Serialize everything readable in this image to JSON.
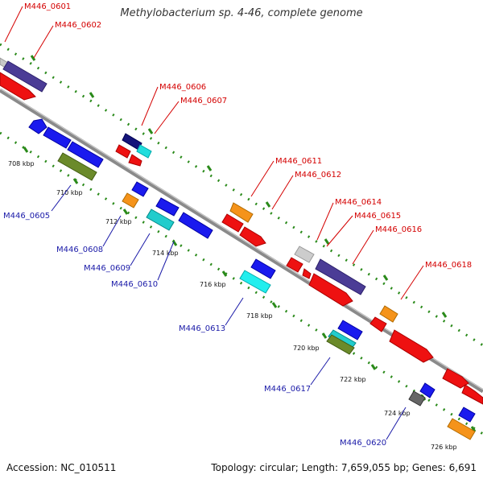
{
  "title": "Methylobacterium sp. 4-46, complete genome",
  "footer": {
    "accession": "Accession: NC_010511",
    "summary": "Topology: circular; Length: 7,659,055 bp; Genes: 6,691"
  },
  "colors": {
    "forward_label": "#d40000",
    "reverse_label": "#1a1aa8",
    "tick": "#2a8a1a",
    "backbone": "#8a8a8a"
  },
  "ruler": [
    {
      "label": "708 kbp"
    },
    {
      "label": "710 kbp"
    },
    {
      "label": "712 kbp"
    },
    {
      "label": "714 kbp"
    },
    {
      "label": "716 kbp"
    },
    {
      "label": "718 kbp"
    },
    {
      "label": "720 kbp"
    },
    {
      "label": "722 kbp"
    },
    {
      "label": "724 kbp"
    },
    {
      "label": "726 kbp"
    }
  ],
  "forward_labels": [
    "M446_0601",
    "M446_0602",
    "M446_0606",
    "M446_0607",
    "M446_0611",
    "M446_0612",
    "M446_0614",
    "M446_0615",
    "M446_0616",
    "M446_0618"
  ],
  "reverse_labels": [
    "M446_0605",
    "M446_0608",
    "M446_0609",
    "M446_0610",
    "M446_0613",
    "M446_0617",
    "M446_0620"
  ],
  "feature_colors": [
    "red",
    "blue",
    "darkslateblue",
    "navy",
    "cyan",
    "orange",
    "olive",
    "silver",
    "gray"
  ]
}
